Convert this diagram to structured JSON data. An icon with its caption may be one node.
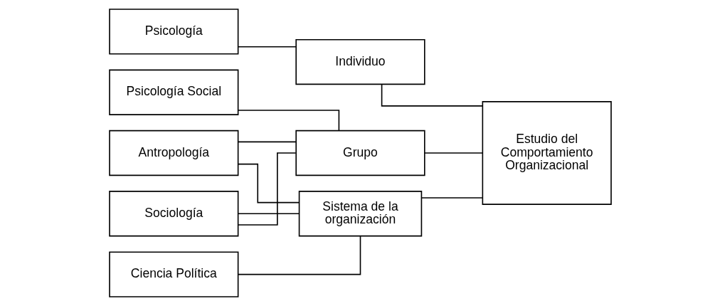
{
  "diagram": {
    "nodes": [
      {
        "text": [
          "Psicología"
        ]
      },
      {
        "text": [
          "Psicología Social"
        ]
      },
      {
        "text": [
          "Sociología"
        ]
      },
      {
        "text": [
          "Antropología"
        ]
      },
      {
        "text": [
          "Ciencia Política"
        ]
      },
      {
        "text": [
          "Individuo"
        ]
      },
      {
        "text": [
          "Grupo"
        ]
      },
      {
        "text": [
          "Sistema de la organización"
        ]
      },
      {
        "text": [
          "Estudio del Comportamiento Organizacional"
        ]
      }
    ],
    "edges": [
      {
        "from": 0,
        "to": 5,
        "arrow": "none"
      },
      {
        "from": 1,
        "to": 6,
        "arrow": "none"
      },
      {
        "from": 2,
        "to": 6,
        "arrow": "none"
      },
      {
        "from": 3,
        "to": 6,
        "arrow": "none"
      },
      {
        "from": 2,
        "to": 7,
        "arrow": "none"
      },
      {
        "from": 3,
        "to": 7,
        "arrow": "none"
      },
      {
        "from": 4,
        "to": 7,
        "arrow": "none"
      },
      {
        "from": 5,
        "to": 8,
        "arrow": "none"
      },
      {
        "from": 6,
        "to": 8,
        "arrow": "none"
      },
      {
        "from": 7,
        "to": 8,
        "arrow": "none"
      }
    ]
  }
}
